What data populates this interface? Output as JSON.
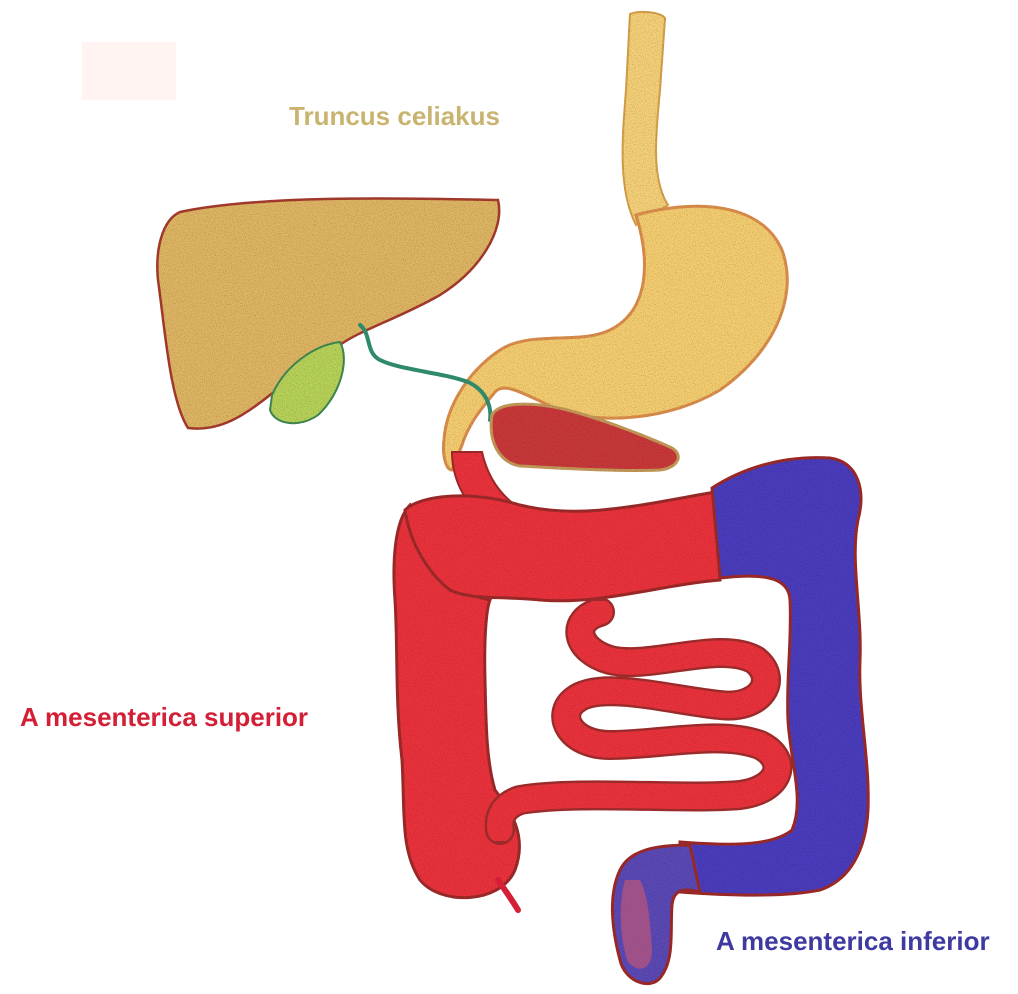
{
  "labels": {
    "truncus_celiakus": "Truncus celiakus",
    "mesenterica_superior": "A mesenterica superior",
    "mesenterica_inferior": "A mesenterica inferior"
  },
  "colors": {
    "celiac_region": "#f2d27a",
    "celiac_label": "#c9b46f",
    "superior_region": "#e8333d",
    "superior_label": "#d42037",
    "inferior_region": "#4a3dc0",
    "inferior_label": "#3e3aa0",
    "liver": "#dcb765",
    "gallbladder": "#b5d45a",
    "pancreas": "#c6393a",
    "outline": "#9c2a2a",
    "bile_duct": "#2e8a6a"
  }
}
